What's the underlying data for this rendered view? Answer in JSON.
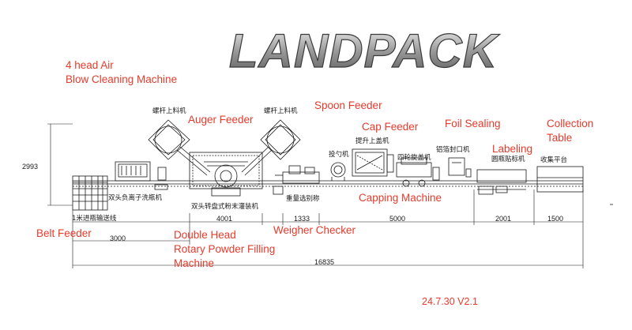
{
  "logo": {
    "text": "LANDPACK"
  },
  "labels_en": {
    "air_blow": [
      "4 head Air",
      "Blow Cleaning Machine"
    ],
    "auger_feeder": "Auger Feeder",
    "spoon_feeder": "Spoon Feeder",
    "cap_feeder": "Cap Feeder",
    "foil_sealing": "Foil Sealing",
    "collection_table": [
      "Collection",
      "Table"
    ],
    "labeling": "Labeling",
    "capping_machine": "Capping Machine",
    "belt_feeder": "Belt Feeder",
    "double_head": [
      "Double Head",
      "Rotary Powder Filling",
      "Machine"
    ],
    "weigher_checker": "Weigher Checker"
  },
  "labels_cn": {
    "screw_feeder_left": "螺杆上料机",
    "screw_feeder_right": "螺杆上料机",
    "spoon_machine": "投勺机",
    "cap_lift": "提升上盖机",
    "four_wheel_capper": "四轮旋盖机",
    "foil_sealer": "铝箔封口机",
    "round_labeler": "圆瓶贴标机",
    "collect_table": "收集平台",
    "air_washer": "双头负离子洗瓶机",
    "rotary_filler": "双头转盘式粉末灌装机",
    "weigh_reject": "重量选别称",
    "conveyor_1m": "1米进瓶输送线"
  },
  "dimensions": {
    "height": "2993",
    "d_3000": "3000",
    "d_4001": "4001",
    "d_1333": "1333",
    "d_5000": "5000",
    "d_2001": "2001",
    "d_1500": "1500",
    "total": "16835"
  },
  "version": "24.7.30 V2.1",
  "colors": {
    "annotation": "#e53b2c",
    "drawing": "#1a1a1a",
    "logo_fill": "#8a8a8a"
  }
}
